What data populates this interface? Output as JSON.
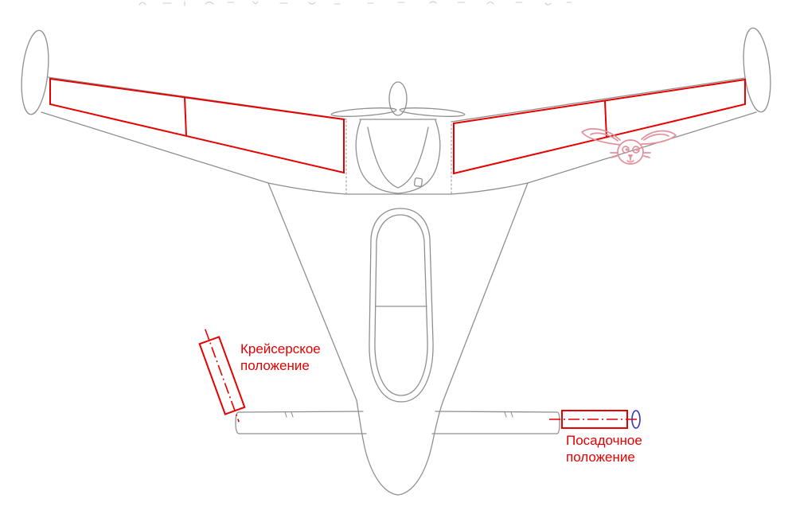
{
  "diagram": {
    "annotations": {
      "cruise_position": {
        "line1": "Крейсерское",
        "line2": "положение"
      },
      "landing_position": {
        "line1": "Посадочное",
        "line2": "положение"
      }
    },
    "colors": {
      "annotation_red": "#e60000",
      "drawing_gray": "#8f8f8f",
      "axis_blue": "#3434c8",
      "doodle_pink": "#e2909c",
      "faint_gray": "#cccccc",
      "background": "#ffffff"
    },
    "icons": {
      "doodle": "bunny-face-doodle"
    }
  }
}
